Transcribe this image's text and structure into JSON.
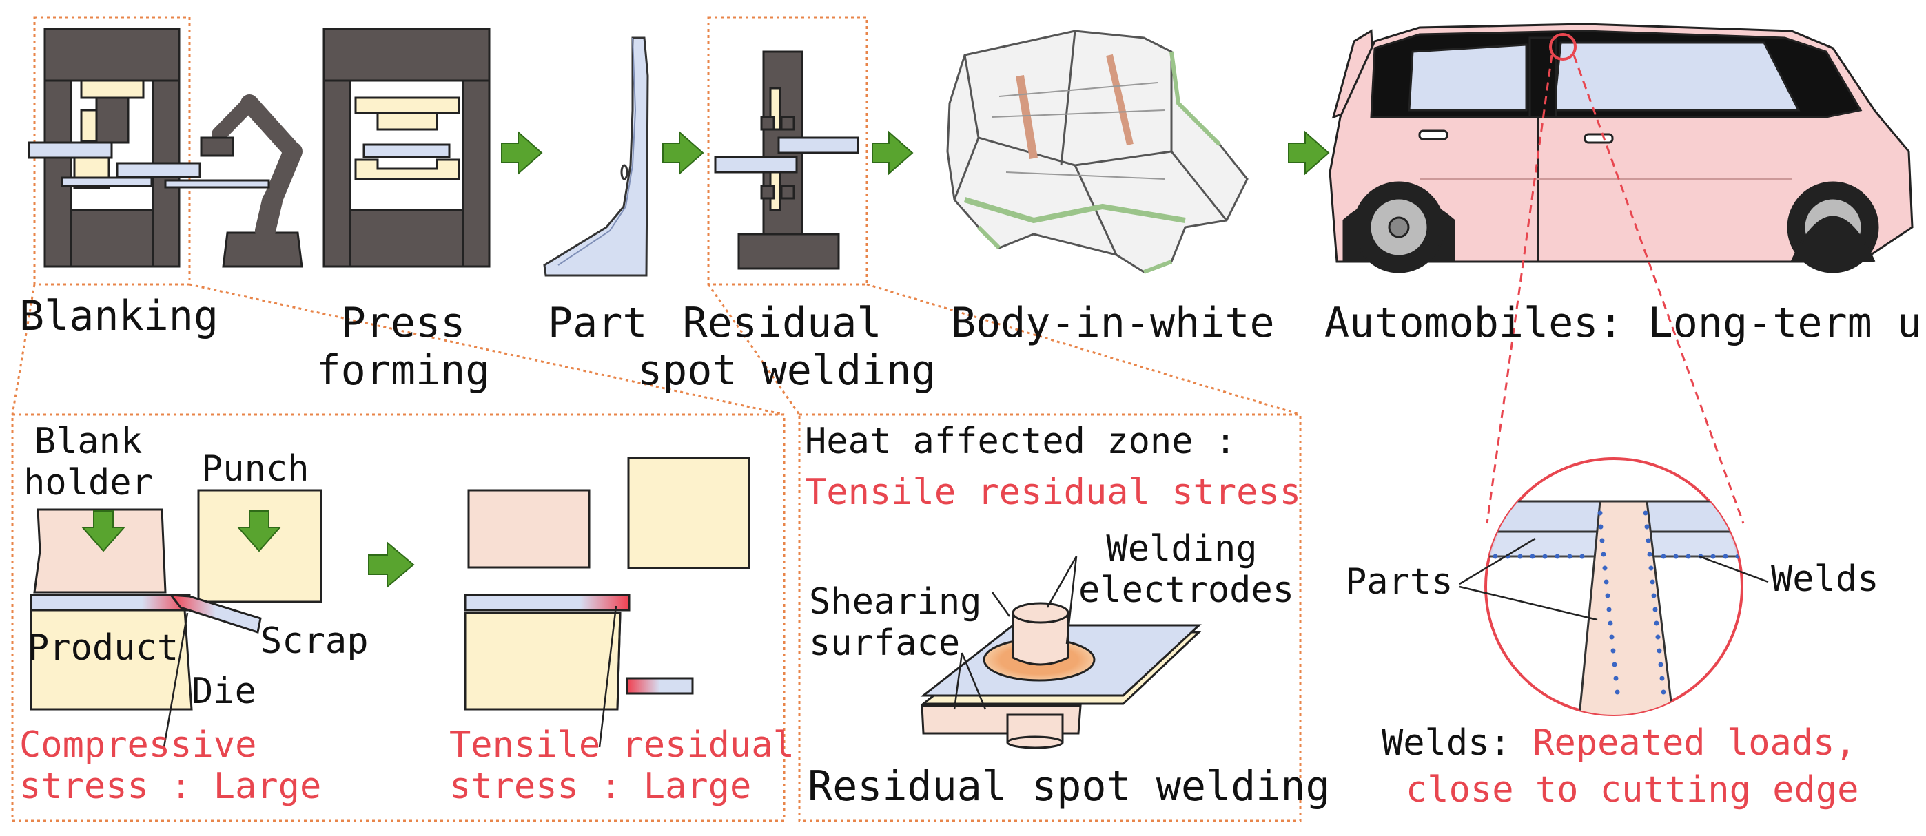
{
  "top_labels": {
    "blanking": "Blanking",
    "press_forming": [
      "Press",
      "forming"
    ],
    "part": "Part",
    "residual_spot_welding": [
      "Residual",
      "spot welding"
    ],
    "body_in_white": "Body-in-white",
    "automobiles": "Automobiles: Long-term use"
  },
  "blanking_detail": {
    "blank_holder": [
      "Blank",
      "holder"
    ],
    "punch": "Punch",
    "product": "Product",
    "scrap": "Scrap",
    "die": "Die",
    "compressive": [
      "Compressive",
      "stress : Large"
    ],
    "tensile": [
      "Tensile residual",
      "stress : Large"
    ]
  },
  "welding_detail": {
    "haz": "Heat affected zone :",
    "haz_stress": "Tensile residual stress",
    "welding_electrodes": [
      "Welding",
      "electrodes"
    ],
    "shearing_surface": [
      "Shearing",
      "surface"
    ],
    "caption": "Residual spot welding"
  },
  "zoom_detail": {
    "parts": "Parts",
    "welds": "Welds",
    "caption_prefix": "Welds: ",
    "caption_red": [
      "Repeated loads,",
      "close to cutting edge"
    ]
  },
  "colors": {
    "machine": "#5b5453",
    "sheet": "#d5def2",
    "cream": "#fdf2cc",
    "pink": "#f8cfd0",
    "peach": "#f8dfd3",
    "arrow": "#59a42f",
    "accent_red": "#e8464f",
    "dotted_box": "#e8854a"
  }
}
